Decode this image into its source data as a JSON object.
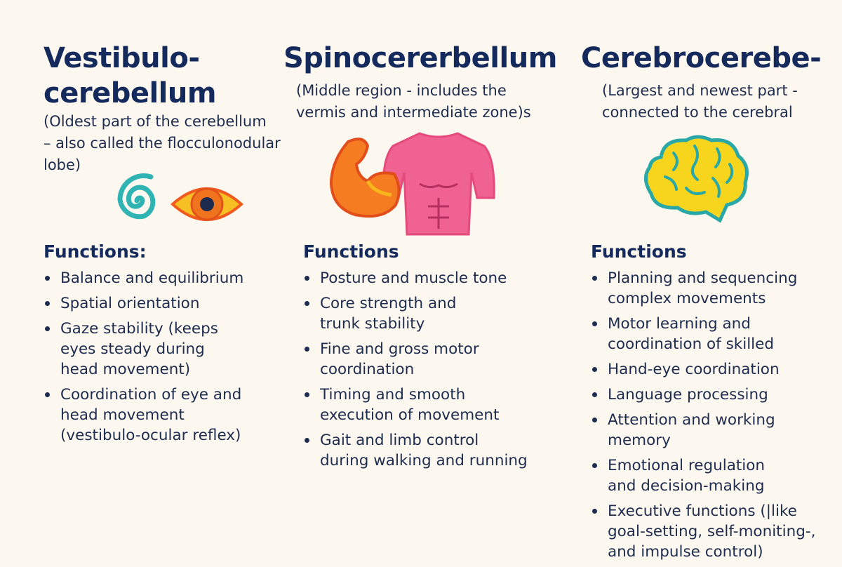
{
  "columns": [
    {
      "title": "Vestibulo-\ncerebellum",
      "subtitle": "(Oldest part of the cerebellum\n– also called the flocculonodular\nlobe)",
      "icons": [
        "spiral-icon",
        "eye-icon"
      ],
      "functions_heading": "Functions:",
      "functions": [
        "Balance and equilibrium",
        "Spatial orientation",
        "Gaze stability (keeps\neyes steady during\nhead movement)",
        "Coordination of eye and\nhead movement\n(vestibulo-ocular reflex)"
      ]
    },
    {
      "title": "Spinocererbellum",
      "subtitle": "(Middle region - includes the\nvermis and intermediate zone)s",
      "icons": [
        "flexed-arm-icon",
        "torso-icon"
      ],
      "functions_heading": "Functions",
      "functions": [
        "Posture and muscle tone",
        "Core strength and\ntrunk stability",
        "Fine and gross motor\ncoordination",
        "Timing and smooth\nexecution of movement",
        "Gait and limb control\nduring walking and running"
      ]
    },
    {
      "title": "Cerebrocerebe-",
      "subtitle": "(Largest and newest part -\nconnected to the cerebral",
      "icons": [
        "brain-icon"
      ],
      "functions_heading": "Functions",
      "functions": [
        "Planning and sequencing\ncomplex movements",
        "Motor learning and\ncoordination of skilled",
        "Hand-eye coordination",
        "Language processing",
        "Attention and working\nmemory",
        "Emotional regulation\nand decision-making",
        "Executive functions (|like\ngoal-setting, self-moniting-,\nand impulse control)"
      ]
    }
  ],
  "colors": {
    "background": "#fdf8ef",
    "title": "#152a5c",
    "text": "#1e2c4f",
    "spiral": "#2fb3b3",
    "eye_iris": "#f0731d",
    "eye_outer": "#f6c024",
    "torso": "#f06292",
    "arm": "#f57c20",
    "brain": "#f7d51d",
    "brain_outline": "#2aa8a8"
  }
}
